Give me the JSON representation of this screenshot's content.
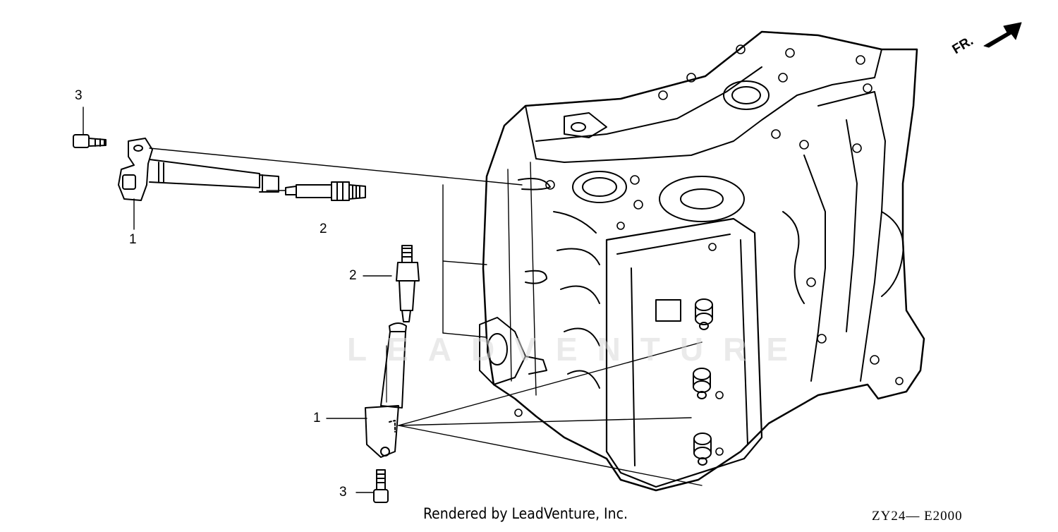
{
  "callouts": {
    "c3_top": "3",
    "c1_top": "1",
    "c2_top": "2",
    "c2_mid": "2",
    "c1_bottom": "1",
    "c3_bottom": "3"
  },
  "direction_indicator": {
    "label": "FR.",
    "icon": "arrow-icon"
  },
  "watermark": "LEADVENTURE",
  "footer": {
    "credit": "Rendered by LeadVenture, Inc.",
    "diagram_code": "ZY24— E2000"
  }
}
